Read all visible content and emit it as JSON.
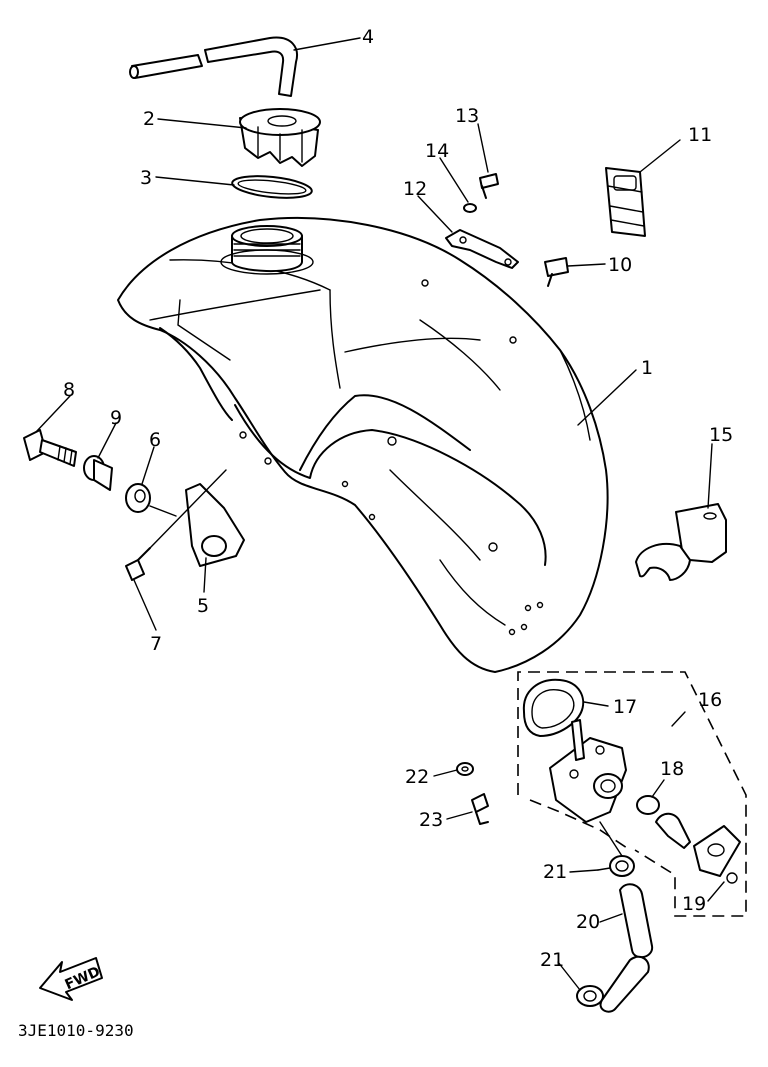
{
  "callouts": {
    "c1": "1",
    "c2": "2",
    "c3": "3",
    "c4": "4",
    "c5": "5",
    "c6": "6",
    "c7": "7",
    "c8": "8",
    "c9": "9",
    "c10": "10",
    "c11": "11",
    "c12": "12",
    "c13": "13",
    "c14": "14",
    "c15": "15",
    "c16": "16",
    "c17": "17",
    "c18": "18",
    "c19": "19",
    "c20": "20",
    "c21a": "21",
    "c21b": "21",
    "c22": "22",
    "c23": "23"
  },
  "fwd_label": "FWD",
  "diagram_code": "3JE1010-9230"
}
